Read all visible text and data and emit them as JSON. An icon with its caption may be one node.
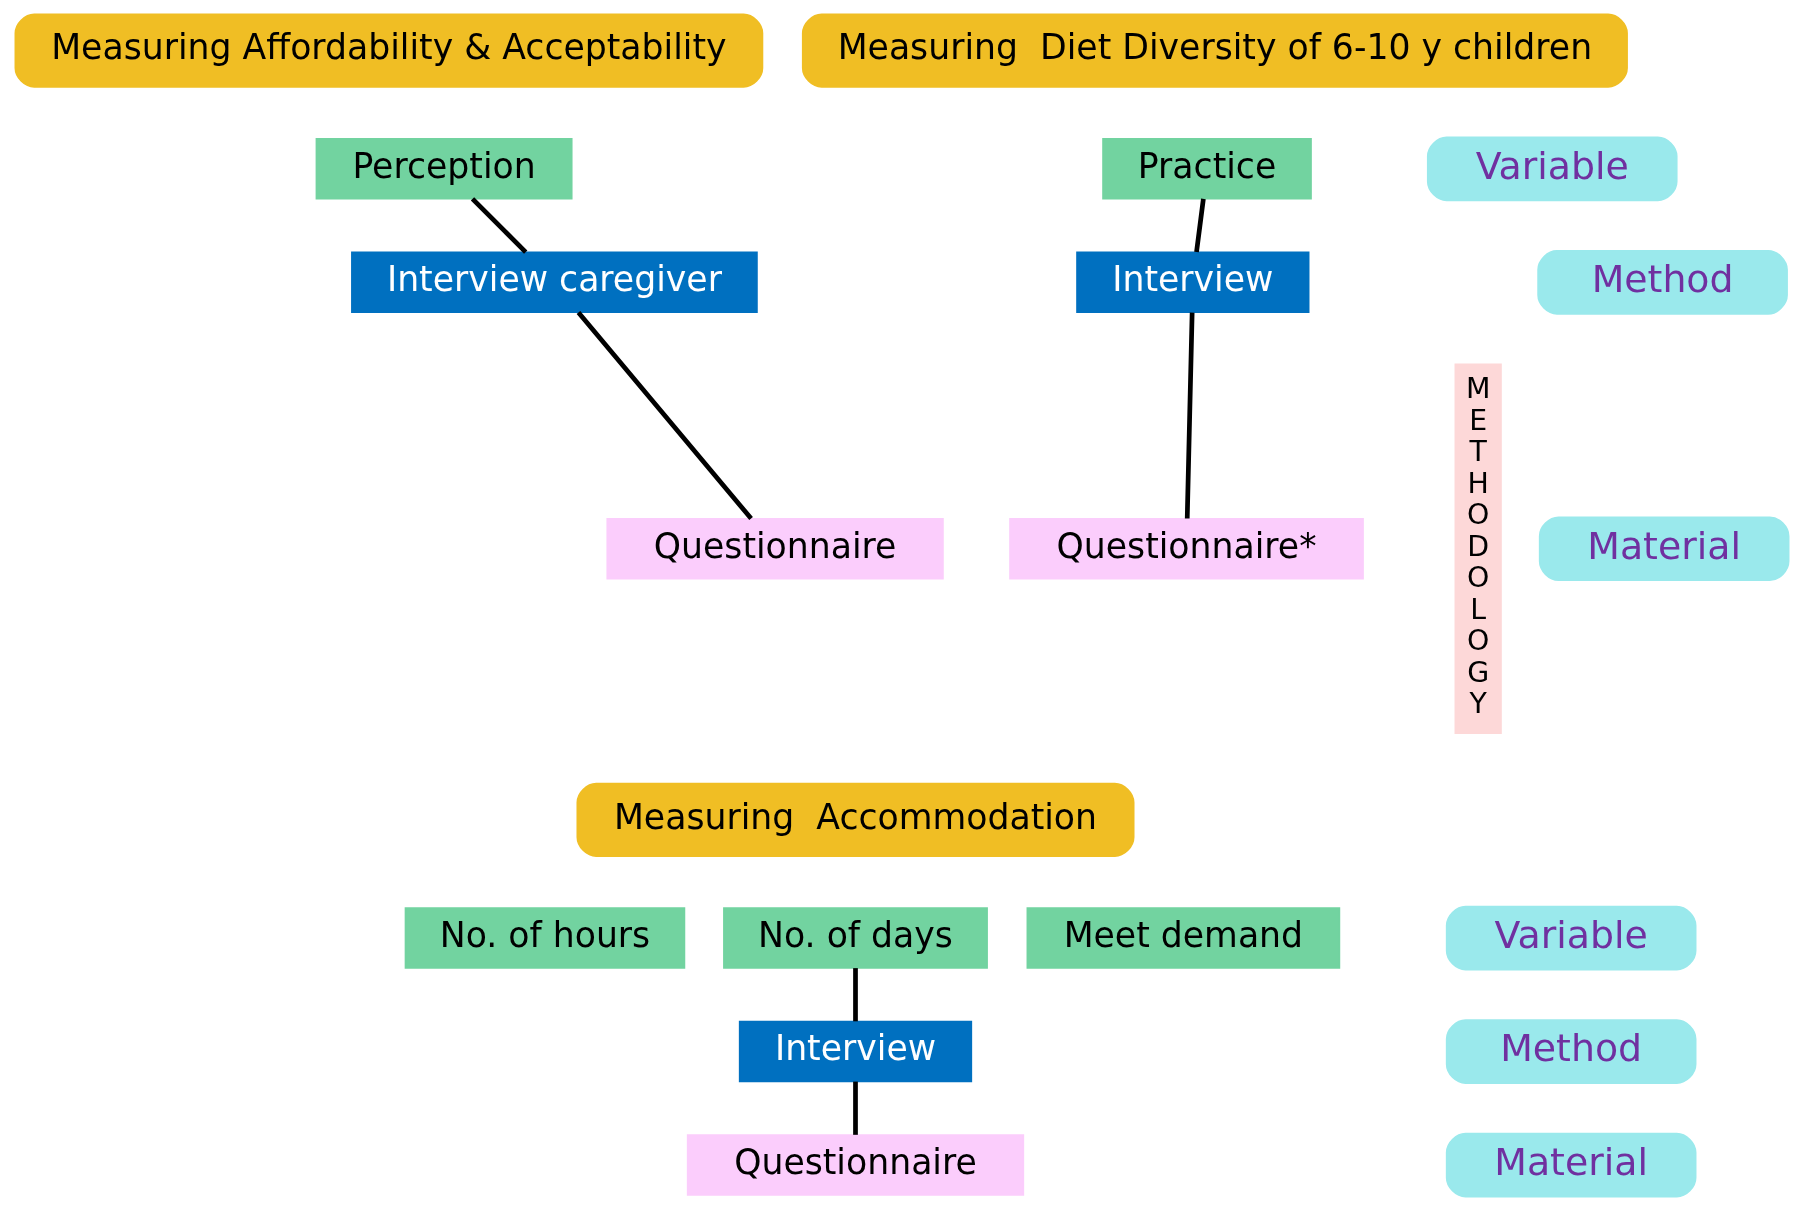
{
  "diagram": {
    "nodes": [
      {
        "text": [
          "Measuring Affordability & Acceptability"
        ]
      },
      {
        "text": [
          "Measuring  Diet Diversity of 6-10 y children"
        ]
      },
      {
        "text": [
          "Variable"
        ]
      },
      {
        "text": [
          "Perception"
        ]
      },
      {
        "text": [
          "Practice"
        ]
      },
      {
        "text": [
          "METHODOLOGY"
        ]
      },
      {
        "text": [
          "Method"
        ]
      },
      {
        "text": [
          "Interview caregiver"
        ]
      },
      {
        "text": [
          "Interview"
        ]
      },
      {
        "text": [
          "Material"
        ]
      },
      {
        "text": [
          "Questionnaire"
        ]
      },
      {
        "text": [
          "Questionnaire*"
        ]
      },
      {
        "text": [
          "Measuring  Accommodation"
        ]
      },
      {
        "text": [
          "Variable"
        ]
      },
      {
        "text": [
          "No. of hours"
        ]
      },
      {
        "text": [
          "No. of days"
        ]
      },
      {
        "text": [
          "Meet demand"
        ]
      },
      {
        "text": [
          "Interview"
        ]
      },
      {
        "text": [
          "Method"
        ]
      },
      {
        "text": [
          "Questionnaire"
        ]
      },
      {
        "text": [
          "Material"
        ]
      }
    ],
    "edges": [
      {
        "from": 3,
        "to": 7,
        "arrow": "none"
      },
      {
        "from": 7,
        "to": 10,
        "arrow": "none"
      },
      {
        "from": 4,
        "to": 8,
        "arrow": "none"
      },
      {
        "from": 8,
        "to": 11,
        "arrow": "none"
      },
      {
        "from": 15,
        "to": 17,
        "arrow": "none"
      },
      {
        "from": 17,
        "to": 19,
        "arrow": "none"
      }
    ]
  }
}
